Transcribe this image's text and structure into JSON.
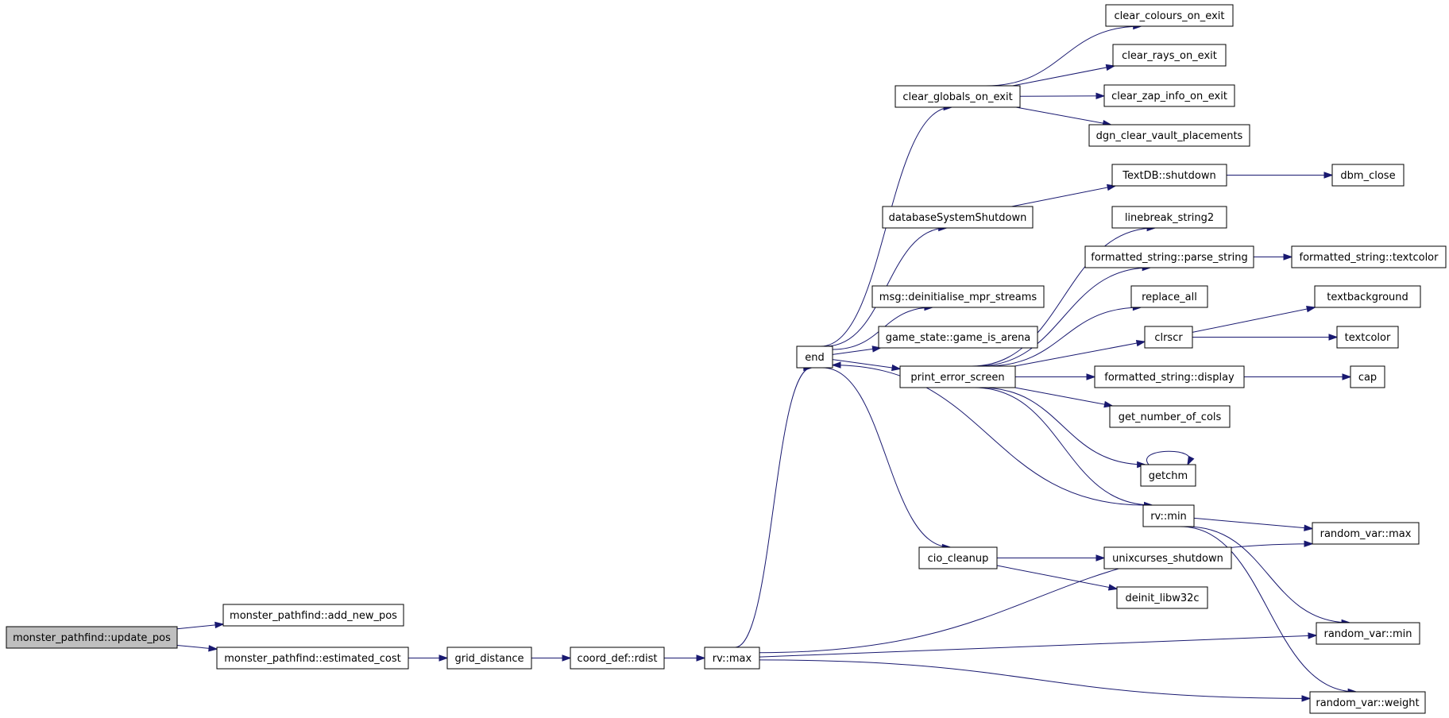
{
  "graph": {
    "root": "monster_pathfind::update_pos",
    "nodes": [
      {
        "id": "update_pos",
        "label": "monster_pathfind::update_pos",
        "root": true
      },
      {
        "id": "add_new_pos",
        "label": "monster_pathfind::add_new_pos"
      },
      {
        "id": "estimated_cost",
        "label": "monster_pathfind::estimated_cost"
      },
      {
        "id": "grid_distance",
        "label": "grid_distance"
      },
      {
        "id": "rdist",
        "label": "coord_def::rdist"
      },
      {
        "id": "rv_max",
        "label": "rv::max"
      },
      {
        "id": "end",
        "label": "end"
      },
      {
        "id": "clear_globals",
        "label": "clear_globals_on_exit"
      },
      {
        "id": "clear_colours",
        "label": "clear_colours_on_exit"
      },
      {
        "id": "clear_rays",
        "label": "clear_rays_on_exit"
      },
      {
        "id": "clear_zap",
        "label": "clear_zap_info_on_exit"
      },
      {
        "id": "dgn_clear",
        "label": "dgn_clear_vault_placements"
      },
      {
        "id": "db_shutdown",
        "label": "databaseSystemShutdown"
      },
      {
        "id": "textdb_shutdown",
        "label": "TextDB::shutdown"
      },
      {
        "id": "dbm_close",
        "label": "dbm_close"
      },
      {
        "id": "msg_deinit",
        "label": "msg::deinitialise_mpr_streams"
      },
      {
        "id": "game_is_arena",
        "label": "game_state::game_is_arena"
      },
      {
        "id": "print_error",
        "label": "print_error_screen"
      },
      {
        "id": "linebreak",
        "label": "linebreak_string2"
      },
      {
        "id": "parse_string",
        "label": "formatted_string::parse_string"
      },
      {
        "id": "fs_textcolor",
        "label": "formatted_string::textcolor"
      },
      {
        "id": "replace_all",
        "label": "replace_all"
      },
      {
        "id": "clrscr",
        "label": "clrscr"
      },
      {
        "id": "textbackground",
        "label": "textbackground"
      },
      {
        "id": "textcolor",
        "label": "textcolor"
      },
      {
        "id": "fs_display",
        "label": "formatted_string::display"
      },
      {
        "id": "cap",
        "label": "cap"
      },
      {
        "id": "get_cols",
        "label": "get_number_of_cols"
      },
      {
        "id": "getchm",
        "label": "getchm"
      },
      {
        "id": "rv_min",
        "label": "rv::min"
      },
      {
        "id": "rvar_max",
        "label": "random_var::max"
      },
      {
        "id": "rvar_min",
        "label": "random_var::min"
      },
      {
        "id": "rvar_weight",
        "label": "random_var::weight"
      },
      {
        "id": "cio_cleanup",
        "label": "cio_cleanup"
      },
      {
        "id": "unixcurses",
        "label": "unixcurses_shutdown"
      },
      {
        "id": "deinit_libw32c",
        "label": "deinit_libw32c"
      }
    ],
    "edges": [
      [
        "update_pos",
        "add_new_pos"
      ],
      [
        "update_pos",
        "estimated_cost"
      ],
      [
        "estimated_cost",
        "grid_distance"
      ],
      [
        "grid_distance",
        "rdist"
      ],
      [
        "rdist",
        "rv_max"
      ],
      [
        "rv_max",
        "end"
      ],
      [
        "rv_max",
        "rvar_max"
      ],
      [
        "rv_max",
        "rvar_min"
      ],
      [
        "rv_max",
        "rvar_weight"
      ],
      [
        "end",
        "clear_globals"
      ],
      [
        "end",
        "db_shutdown"
      ],
      [
        "end",
        "msg_deinit"
      ],
      [
        "end",
        "game_is_arena"
      ],
      [
        "end",
        "print_error"
      ],
      [
        "end",
        "cio_cleanup"
      ],
      [
        "clear_globals",
        "clear_colours"
      ],
      [
        "clear_globals",
        "clear_rays"
      ],
      [
        "clear_globals",
        "clear_zap"
      ],
      [
        "clear_globals",
        "dgn_clear"
      ],
      [
        "db_shutdown",
        "textdb_shutdown"
      ],
      [
        "textdb_shutdown",
        "dbm_close"
      ],
      [
        "print_error",
        "linebreak"
      ],
      [
        "print_error",
        "parse_string"
      ],
      [
        "print_error",
        "replace_all"
      ],
      [
        "print_error",
        "clrscr"
      ],
      [
        "print_error",
        "fs_display"
      ],
      [
        "print_error",
        "get_cols"
      ],
      [
        "print_error",
        "getchm"
      ],
      [
        "print_error",
        "rv_min"
      ],
      [
        "parse_string",
        "fs_textcolor"
      ],
      [
        "clrscr",
        "textbackground"
      ],
      [
        "clrscr",
        "textcolor"
      ],
      [
        "fs_display",
        "cap"
      ],
      [
        "getchm",
        "getchm"
      ],
      [
        "rv_min",
        "end"
      ],
      [
        "rv_min",
        "rvar_max"
      ],
      [
        "rv_min",
        "rvar_min"
      ],
      [
        "rv_min",
        "rvar_weight"
      ],
      [
        "cio_cleanup",
        "unixcurses"
      ],
      [
        "cio_cleanup",
        "deinit_libw32c"
      ]
    ]
  },
  "colors": {
    "edge": "#191970",
    "node_border": "#000000",
    "root_fill": "#bfbfbf",
    "node_fill": "#ffffff"
  }
}
